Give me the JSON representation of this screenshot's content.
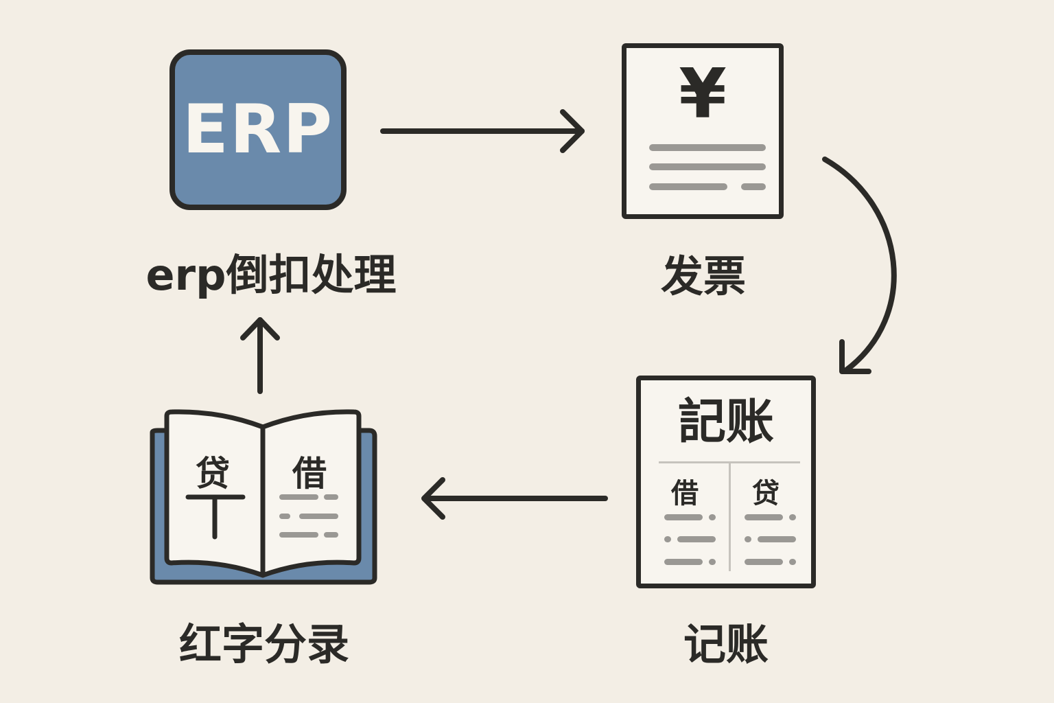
{
  "diagram": {
    "nodes": [
      {
        "id": "erp",
        "icon_text": "ERP",
        "label": "erp倒扣处理"
      },
      {
        "id": "invoice",
        "icon_symbol": "¥",
        "label": "发票"
      },
      {
        "id": "bookkeeping",
        "icon_title": "記账",
        "icon_columns": [
          "借",
          "贷"
        ],
        "label": "记账"
      },
      {
        "id": "red-entry",
        "icon_pages": [
          "贷",
          "借"
        ],
        "label": "红字分录"
      }
    ],
    "edges": [
      {
        "from": "erp",
        "to": "invoice",
        "direction": "right"
      },
      {
        "from": "invoice",
        "to": "bookkeeping",
        "direction": "curved-down"
      },
      {
        "from": "bookkeeping",
        "to": "red-entry",
        "direction": "left"
      },
      {
        "from": "red-entry",
        "to": "erp",
        "direction": "up"
      }
    ],
    "colors": {
      "background": "#f3eee5",
      "accent_blue": "#6a8aab",
      "stroke": "#2b2a27",
      "paper": "#f8f5ef",
      "line_gray": "#9a9894"
    }
  }
}
